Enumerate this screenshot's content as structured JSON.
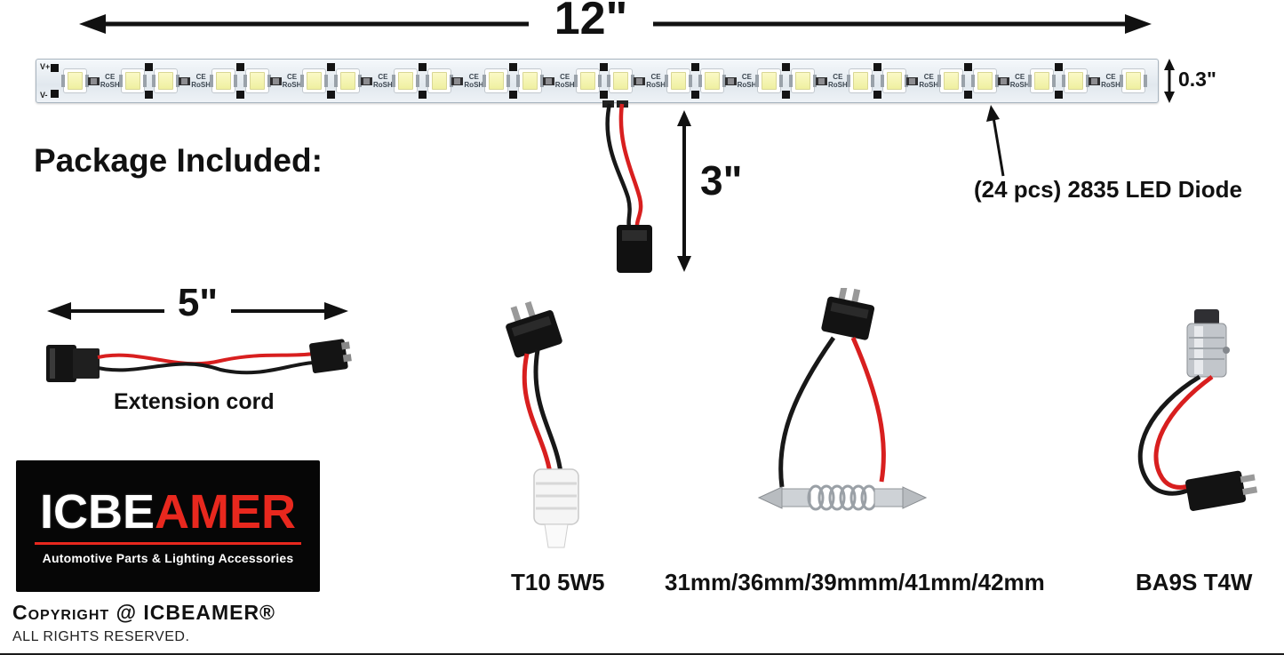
{
  "dimensions": {
    "strip_length": "12\"",
    "strip_height": "0.3\"",
    "drop_wire": "3\"",
    "extension_cord": "5\""
  },
  "callouts": {
    "package_heading": "Package Included:",
    "led_diode": "(24 pcs) 2835 LED Diode"
  },
  "strip": {
    "terminal_positive": "V+",
    "terminal_negative": "V-",
    "marking_ce": "CE",
    "marking_rosh": "RoSH",
    "led_count": 24,
    "group_count": 12
  },
  "items": {
    "extension_cord_label": "Extension cord",
    "t10_label": "T10 5W5",
    "festoon_label": "31mm/36mm/39mmm/41mm/42mm",
    "ba9s_label": "BA9S T4W"
  },
  "branding": {
    "logo_part1": "ICBE",
    "logo_part2": "AMER",
    "tagline": "Automotive Parts & Lighting Accessories",
    "copyright": "Copyright @ ICBEAMER®",
    "rights": "ALL RIGHTS RESERVED."
  },
  "colors": {
    "wire_red": "#d81f1f",
    "wire_black": "#181818",
    "logo_red": "#e8281e",
    "led_yellow": "#f3f2a4"
  }
}
